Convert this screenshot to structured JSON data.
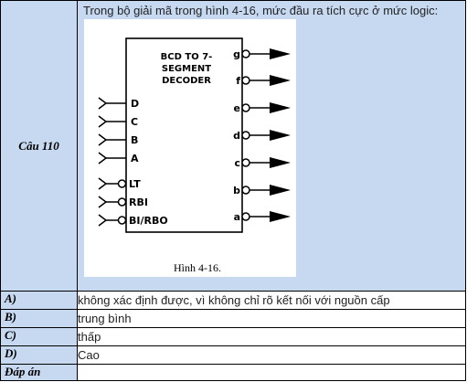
{
  "question": {
    "label": "Câu 110",
    "text": "Trong bộ giải mã trong hình 4-16, mức đầu ra tích cực ở mức logic:",
    "figure": {
      "title_lines": [
        "BCD TO 7-",
        "SEGMENT",
        "DECODER"
      ],
      "inputs": [
        "D",
        "C",
        "B",
        "A"
      ],
      "control_inputs": [
        "LT",
        "RBI",
        "BI/RBO"
      ],
      "outputs": [
        "g",
        "f",
        "e",
        "d",
        "c",
        "b",
        "a"
      ],
      "caption": "Hình 4-16."
    }
  },
  "answers": [
    {
      "label": "A)",
      "text": "không xác định được, vì không chỉ rõ kết nối với nguồn cấp"
    },
    {
      "label": "B)",
      "text": "trung bình"
    },
    {
      "label": "C)",
      "text": "thấp"
    },
    {
      "label": "D)",
      "text": "Cao"
    }
  ],
  "answer_key": {
    "label": "Đáp án",
    "text": ""
  }
}
